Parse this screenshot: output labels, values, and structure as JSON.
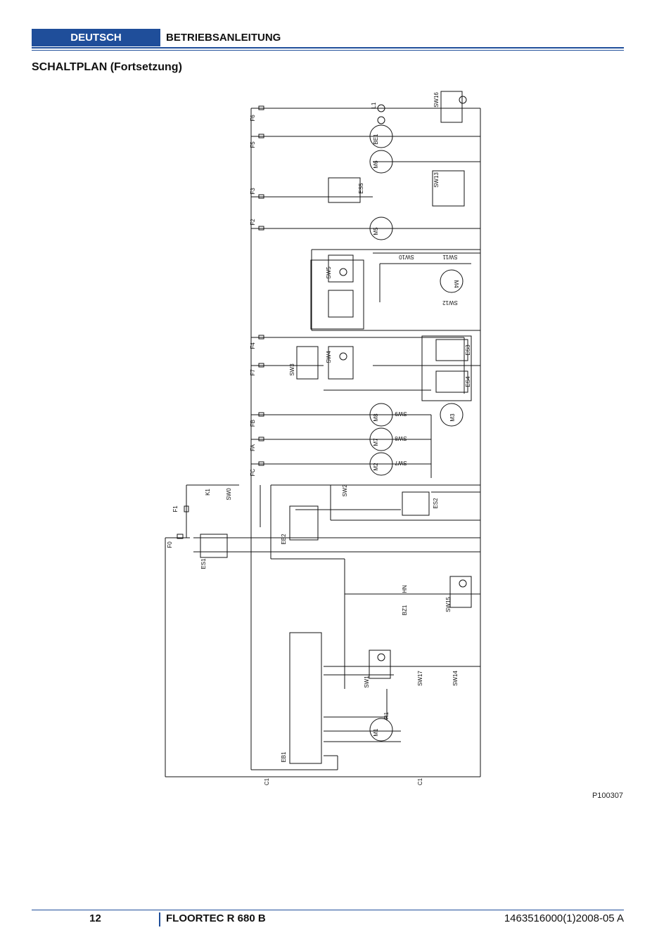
{
  "header": {
    "language": "DEUTSCH",
    "title": "BETRIEBSANLEITUNG"
  },
  "section_title": "SCHALTPLAN (Fortsetzung)",
  "figure_code": "P100307",
  "footer": {
    "page": "12",
    "model": "FLOORTEC R 680 B",
    "doc_number": "1463516000(1)2008-05 A"
  },
  "components": {
    "fuses": [
      "F6",
      "F5",
      "F3",
      "F2",
      "F4",
      "F7",
      "FB",
      "FA",
      "FC",
      "F1",
      "F0"
    ],
    "motors": [
      "BE1",
      "M6",
      "M5",
      "M4",
      "M8",
      "M7",
      "M2",
      "M3",
      "M1"
    ],
    "lamps": [
      "L1"
    ],
    "switches": [
      "SW16",
      "SW13",
      "SW10",
      "SW11",
      "SW12",
      "SW5",
      "SW4",
      "SW3",
      "SW9",
      "SW8",
      "SW7",
      "SW0",
      "SW2",
      "SW15",
      "SW17",
      "SW14",
      "SW1"
    ],
    "relays": [
      "ES5",
      "ES3",
      "ES4",
      "ES2",
      "ES1",
      "K1"
    ],
    "connectors": [
      "EB2",
      "EB1"
    ],
    "others": [
      "HN",
      "BZ1",
      "R1",
      "C1",
      "C1"
    ]
  }
}
